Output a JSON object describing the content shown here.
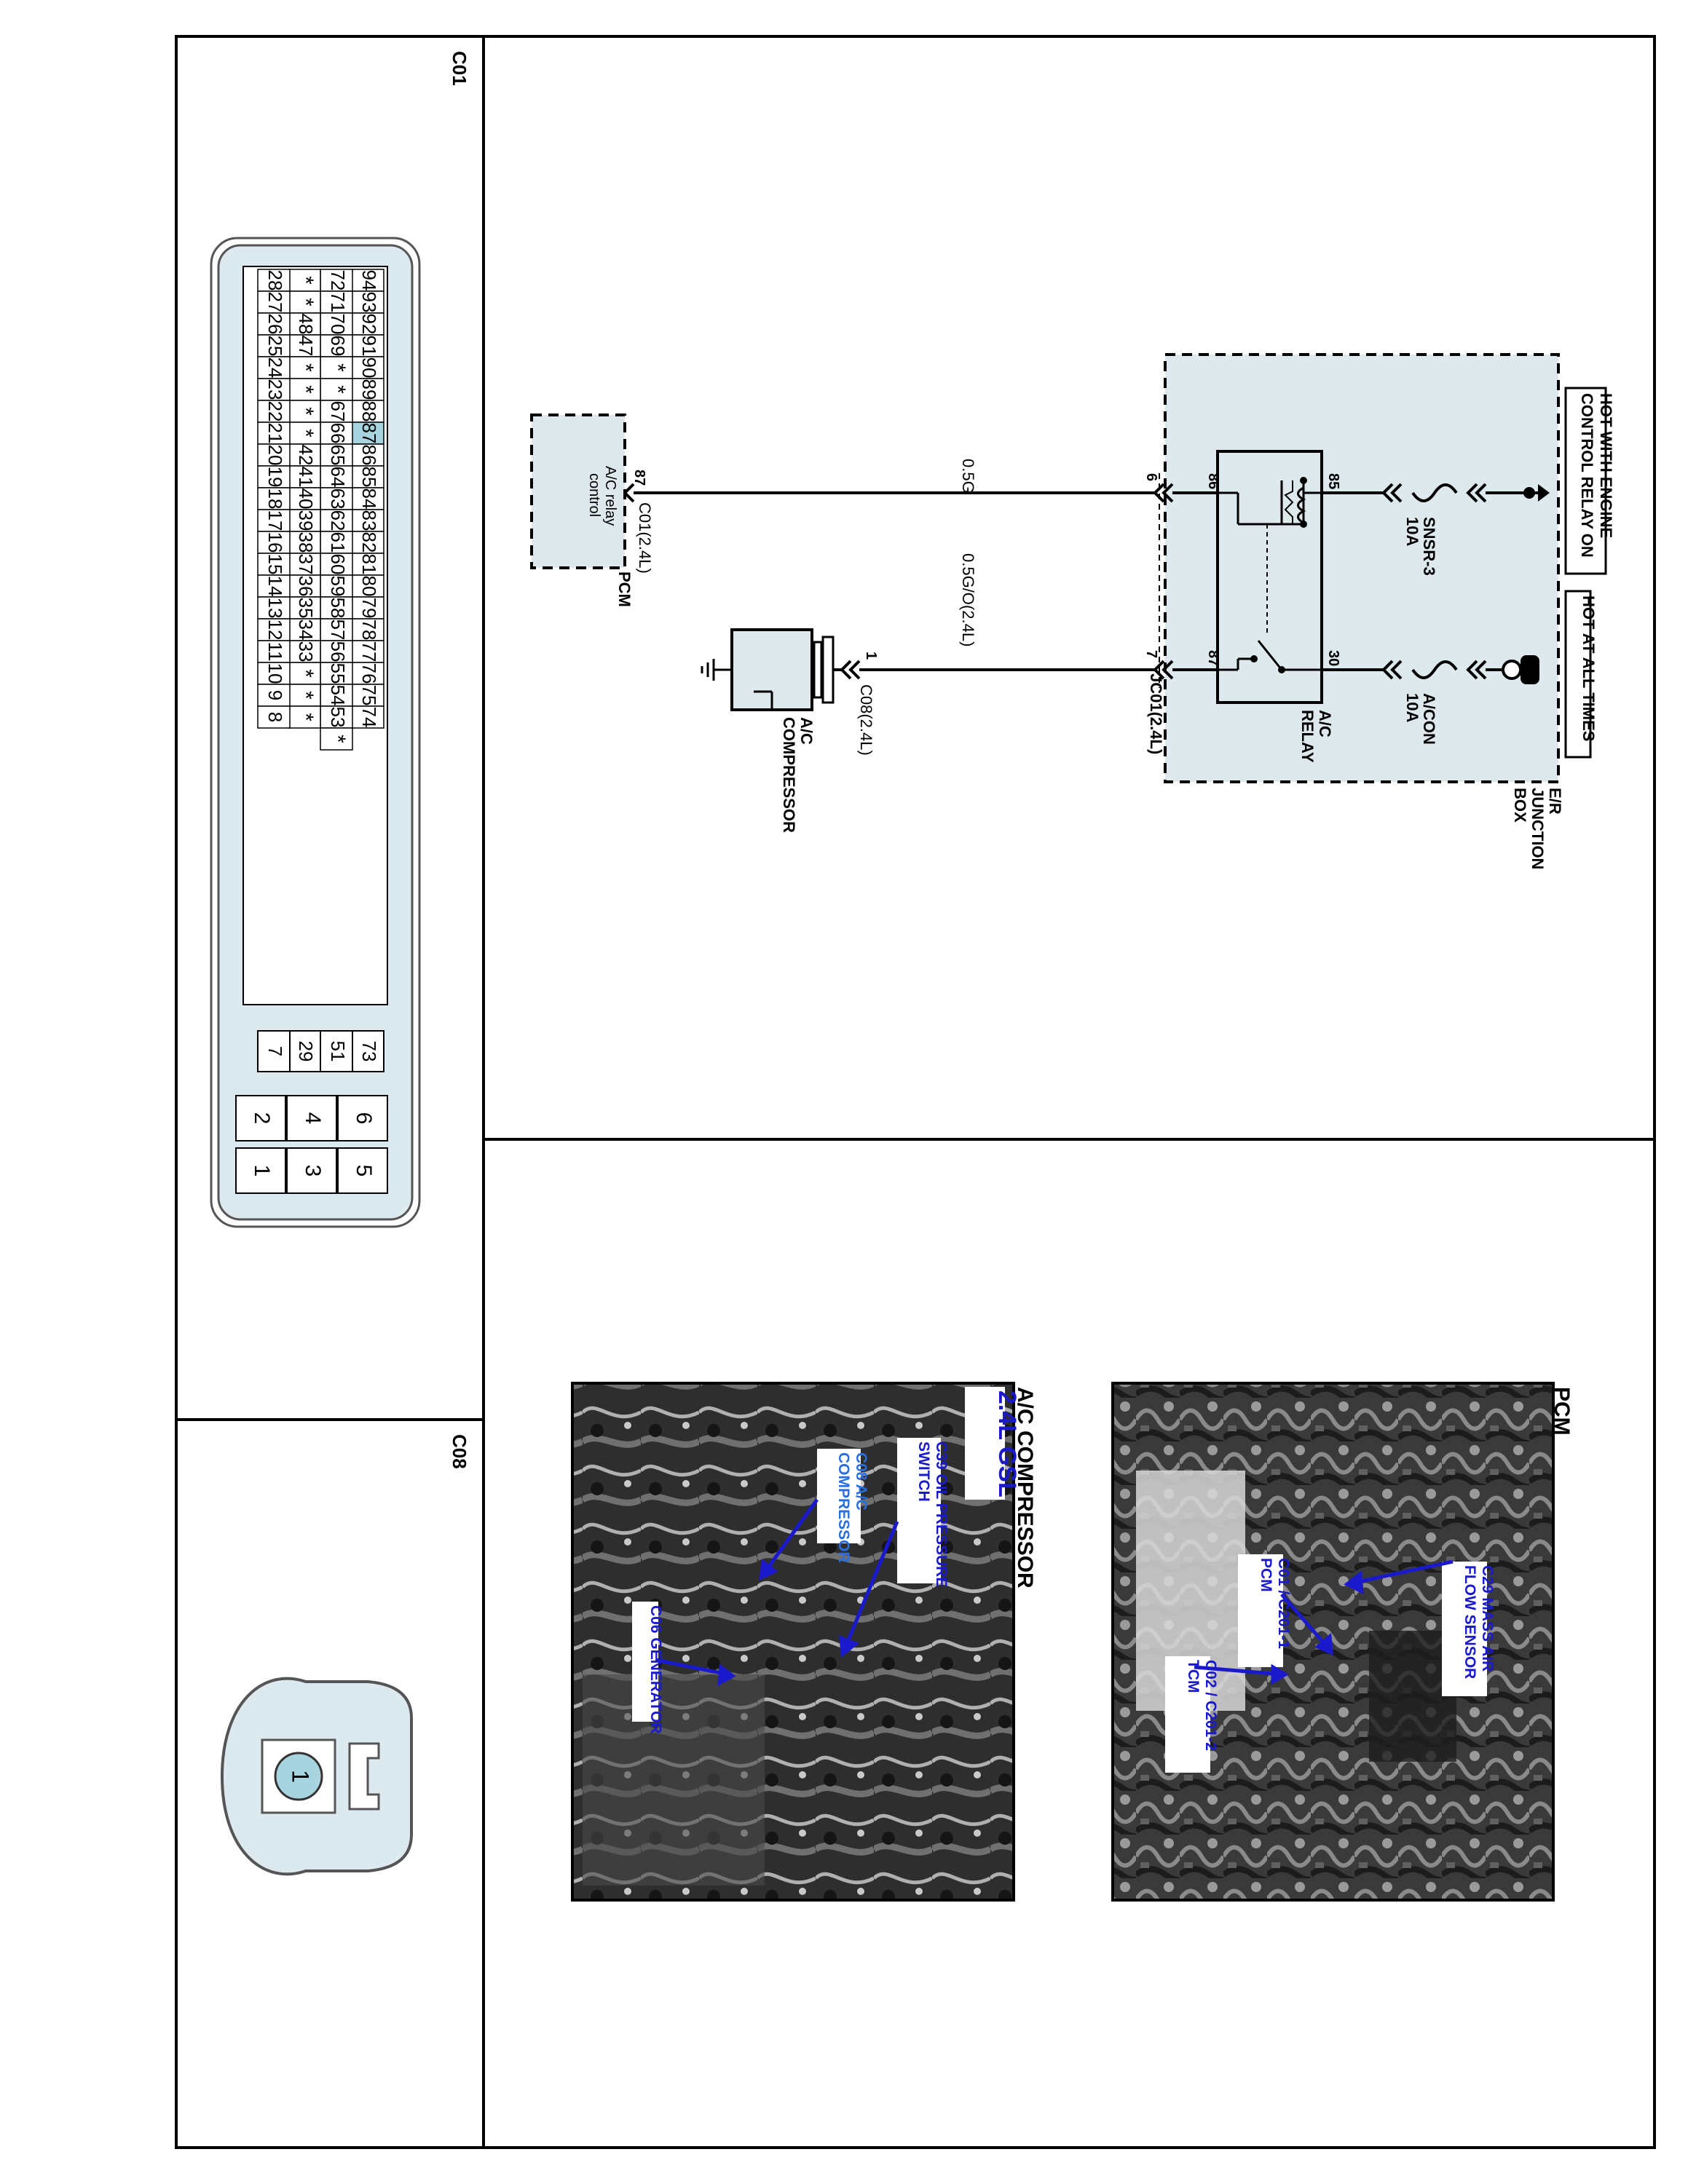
{
  "connector_views": {
    "c01": {
      "title": "C01",
      "highlighted_pin": "87",
      "rows": [
        [
          "94",
          "93",
          "92",
          "91",
          "90",
          "89",
          "88",
          "87",
          "86",
          "85",
          "84",
          "83",
          "82",
          "81",
          "80",
          "79",
          "78",
          "77",
          "76",
          "75",
          "74"
        ],
        [
          "72",
          "71",
          "70",
          "69",
          "*",
          "*",
          "67",
          "66",
          "65",
          "64",
          "63",
          "62",
          "61",
          "60",
          "59",
          "58",
          "57",
          "56",
          "55",
          "54",
          "53",
          "*"
        ],
        [
          "*",
          "*",
          "48",
          "47",
          "*",
          "*",
          "*",
          "*",
          "42",
          "41",
          "40",
          "39",
          "38",
          "37",
          "36",
          "35",
          "34",
          "33",
          "*",
          "*",
          "*"
        ],
        [
          "28",
          "27",
          "26",
          "25",
          "24",
          "23",
          "22",
          "21",
          "20",
          "19",
          "18",
          "17",
          "16",
          "15",
          "14",
          "13",
          "12",
          "11",
          "10",
          "9",
          "8"
        ]
      ],
      "side_column": [
        "73",
        "51",
        "29",
        "7"
      ],
      "small_pins": [
        [
          "6",
          "4",
          "2"
        ],
        [
          "5",
          "3",
          "1"
        ]
      ]
    },
    "c08": {
      "title": "C08",
      "pin": "1"
    }
  },
  "schematic": {
    "labels": {
      "hot_engine": [
        "HOT WITH ENGINE",
        "CONTROL RELAY ON"
      ],
      "hot_always": "HOT AT ALL TIMES",
      "junction_box": [
        "E/R",
        "JUNCTION",
        "BOX"
      ],
      "fuse1": [
        "SNSR-3",
        "10A"
      ],
      "fuse2": [
        "A/CON",
        "10A"
      ],
      "relay": [
        "A/C",
        "RELAY"
      ],
      "pin85": "85",
      "pin86": "86",
      "pin30": "30",
      "pin87": "87",
      "jc_pin6": "6",
      "jc_pin7": "7",
      "jc01": "JC01(2.4L)",
      "wire1": "0.5G",
      "wire2": "0.5G/O(2.4L)",
      "pcm_pin87": "87",
      "pcm_conn": "C01(2.4L)",
      "pcm_name": "PCM",
      "pcm_box": [
        "A/C relay",
        "control"
      ],
      "comp_pin": "1",
      "comp_conn": "C08(2.4L)",
      "compressor": [
        "A/C",
        "COMPRESSOR"
      ]
    }
  },
  "photos": {
    "pcm": {
      "title": "PCM",
      "callouts": [
        "C29 MASS AIR",
        "FLOW SENSOR",
        "C01 / C201-1",
        "PCM",
        "C02 / C201-2",
        "TCM"
      ]
    },
    "compressor": {
      "title": "A/C COMPRESSOR",
      "badge": "2.4L GSL",
      "callouts": [
        "C39 OIL PRESSURE",
        "SWITCH",
        "C08 A/C",
        "COMPRESSOR",
        "C06 GENERATOR"
      ]
    }
  }
}
